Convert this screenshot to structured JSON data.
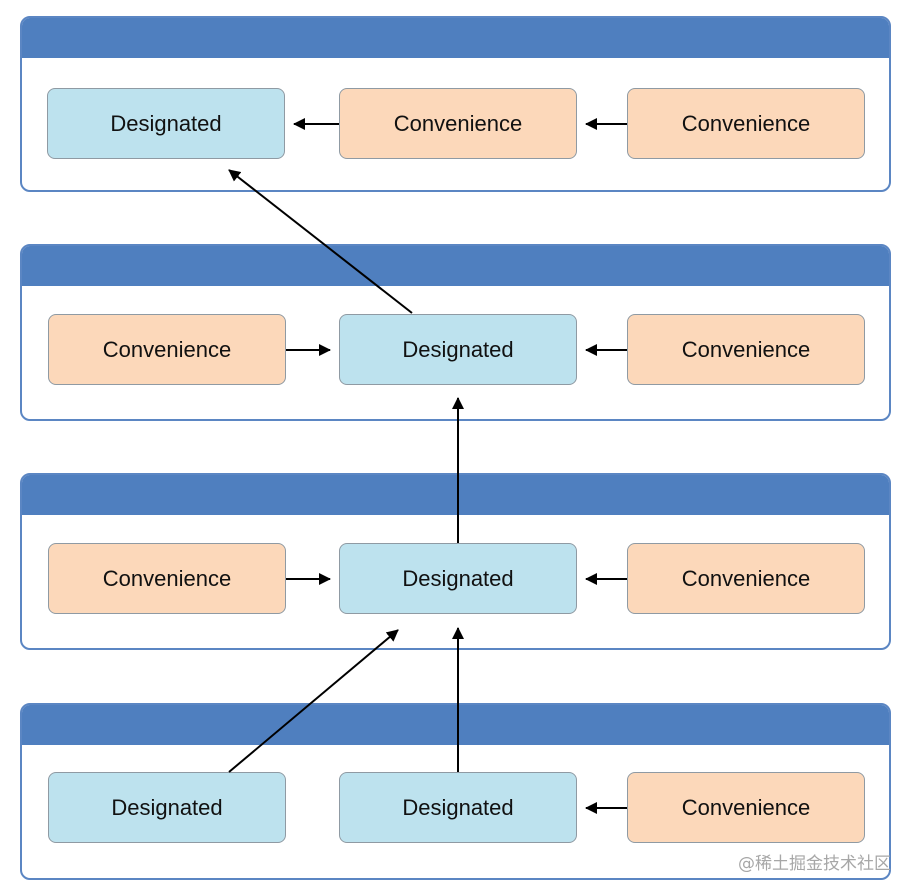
{
  "nodes": [
    {
      "id": "l1-designated",
      "label": "Designated",
      "type": "designated",
      "level": 1,
      "position": "left"
    },
    {
      "id": "l1-convenience-middle",
      "label": "Convenience",
      "type": "convenience",
      "level": 1,
      "position": "middle"
    },
    {
      "id": "l1-convenience-right",
      "label": "Convenience",
      "type": "convenience",
      "level": 1,
      "position": "right"
    },
    {
      "id": "l2-convenience-left",
      "label": "Convenience",
      "type": "convenience",
      "level": 2,
      "position": "left"
    },
    {
      "id": "l2-designated",
      "label": "Designated",
      "type": "designated",
      "level": 2,
      "position": "middle"
    },
    {
      "id": "l2-convenience-right",
      "label": "Convenience",
      "type": "convenience",
      "level": 2,
      "position": "right"
    },
    {
      "id": "l3-convenience-left",
      "label": "Convenience",
      "type": "convenience",
      "level": 3,
      "position": "left"
    },
    {
      "id": "l3-designated",
      "label": "Designated",
      "type": "designated",
      "level": 3,
      "position": "middle"
    },
    {
      "id": "l3-convenience-right",
      "label": "Convenience",
      "type": "convenience",
      "level": 3,
      "position": "right"
    },
    {
      "id": "l4-designated-left",
      "label": "Designated",
      "type": "designated",
      "level": 4,
      "position": "left"
    },
    {
      "id": "l4-designated-middle",
      "label": "Designated",
      "type": "designated",
      "level": 4,
      "position": "middle"
    },
    {
      "id": "l4-convenience-right",
      "label": "Convenience",
      "type": "convenience",
      "level": 4,
      "position": "right"
    }
  ],
  "edges": [
    {
      "from": "l1-convenience-middle",
      "to": "l1-designated"
    },
    {
      "from": "l1-convenience-right",
      "to": "l1-convenience-middle"
    },
    {
      "from": "l2-designated",
      "to": "l1-designated"
    },
    {
      "from": "l2-convenience-left",
      "to": "l2-designated"
    },
    {
      "from": "l2-convenience-right",
      "to": "l2-designated"
    },
    {
      "from": "l3-designated",
      "to": "l2-designated"
    },
    {
      "from": "l3-convenience-left",
      "to": "l3-designated"
    },
    {
      "from": "l3-convenience-right",
      "to": "l3-designated"
    },
    {
      "from": "l4-designated-left",
      "to": "l3-designated"
    },
    {
      "from": "l4-designated-middle",
      "to": "l3-designated"
    },
    {
      "from": "l4-convenience-right",
      "to": "l4-designated-middle"
    }
  ],
  "watermark": "@稀土掘金技术社区",
  "colors": {
    "header": "#4f7fbf",
    "panel_border": "#5b86c3",
    "designated_fill": "#bde2ee",
    "convenience_fill": "#fcd8ba",
    "node_border": "#8f9aa3",
    "arrow": "#000000"
  }
}
